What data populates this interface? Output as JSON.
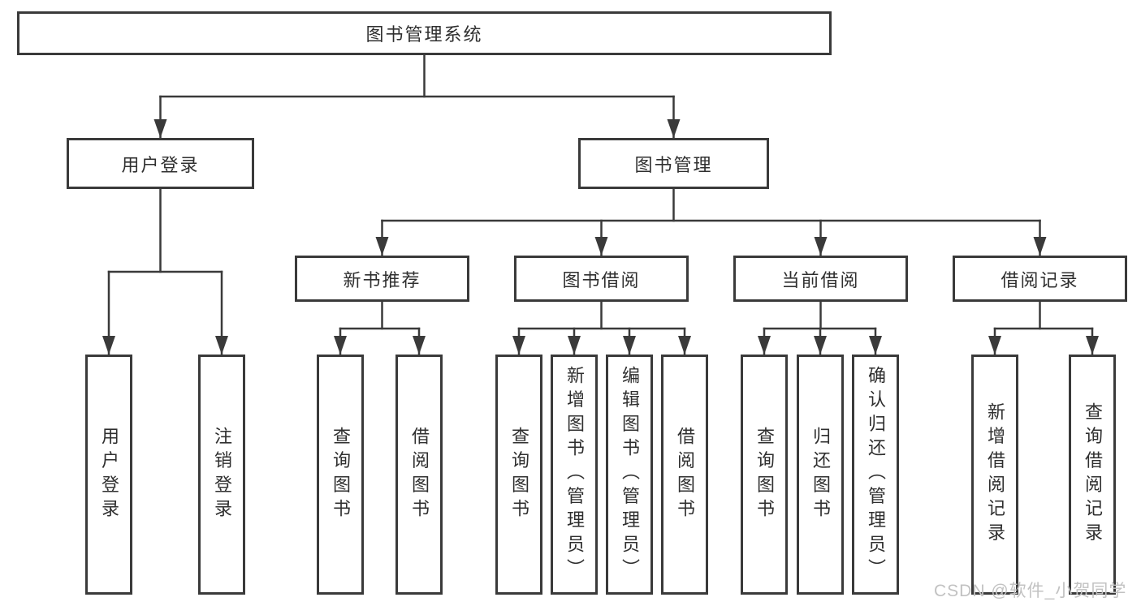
{
  "diagram_title": "图书管理系统",
  "tree": {
    "label": "图书管理系统",
    "children": [
      {
        "label": "用户登录",
        "children": [
          {
            "label": "用户登录"
          },
          {
            "label": "注销登录"
          }
        ]
      },
      {
        "label": "图书管理",
        "children": [
          {
            "label": "新书推荐",
            "children": [
              {
                "label": "查询图书"
              },
              {
                "label": "借阅图书"
              }
            ]
          },
          {
            "label": "图书借阅",
            "children": [
              {
                "label": "查询图书"
              },
              {
                "label": "新增图书（管理员）"
              },
              {
                "label": "编辑图书（管理员）"
              },
              {
                "label": "借阅图书"
              }
            ]
          },
          {
            "label": "当前借阅",
            "children": [
              {
                "label": "查询图书"
              },
              {
                "label": "归还图书"
              },
              {
                "label": "确认归还（管理员）"
              }
            ]
          },
          {
            "label": "借阅记录",
            "children": [
              {
                "label": "新增借阅记录"
              },
              {
                "label": "查询借阅记录"
              }
            ]
          }
        ]
      }
    ]
  },
  "watermark": "CSDN @软件_小贺同学",
  "colors": {
    "line": "#3a3a3a",
    "text": "#2f2f2f",
    "watermark": "#c2c2c2",
    "background": "#ffffff"
  }
}
